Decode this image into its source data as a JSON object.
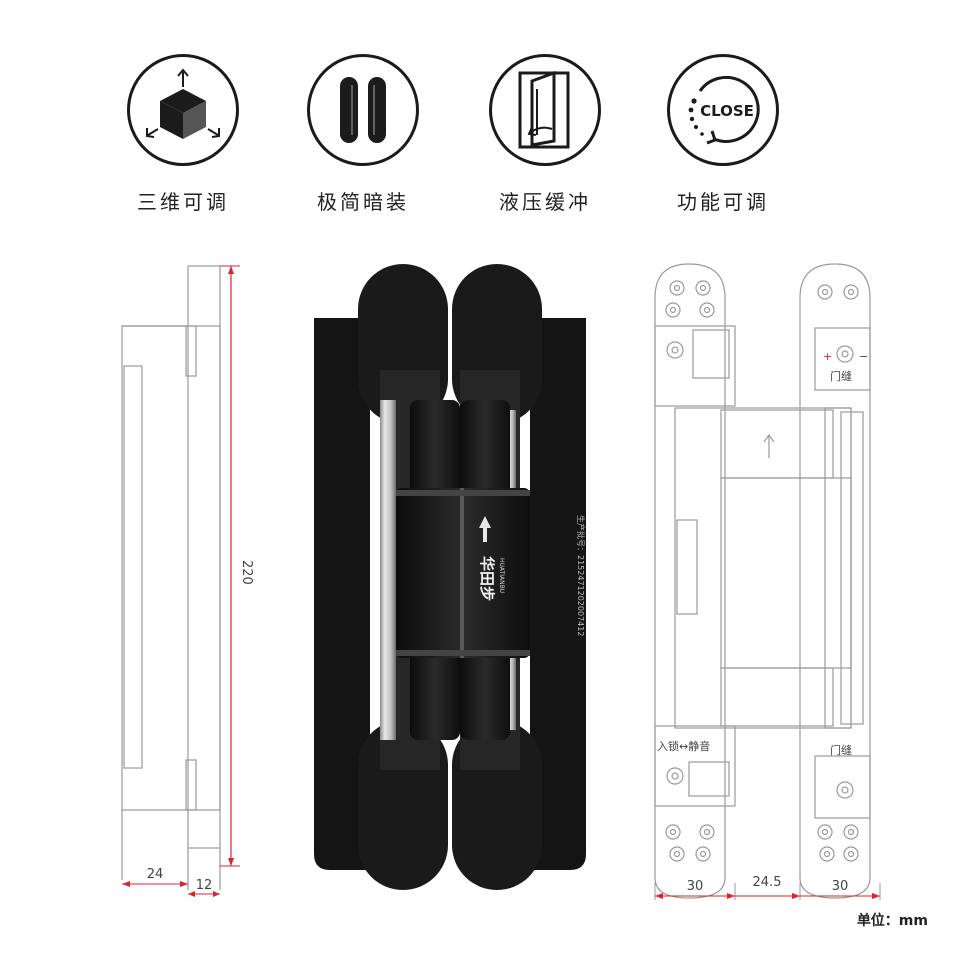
{
  "features": [
    {
      "icon": "adjustable-cube-icon",
      "label": "三维可调"
    },
    {
      "icon": "concealed-slots-icon",
      "label": "极简暗装"
    },
    {
      "icon": "door-closing-icon",
      "label": "液压缓冲"
    },
    {
      "icon": "close-function-icon",
      "label": "功能可调",
      "icon_text": "CLOSE"
    }
  ],
  "side_drawing": {
    "height_dim": "220",
    "width_dims": [
      "24",
      "12"
    ]
  },
  "product": {
    "brand": "华田步",
    "brand_en": "HUATIANBU",
    "serial": "生产批号：2152471202007412"
  },
  "front_drawing": {
    "width_dims": [
      "30",
      "24.5",
      "30"
    ],
    "labels": {
      "gap_top": "门缝",
      "gap_bottom": "门缝",
      "lock_mute": "入锁↔静音",
      "plus": "+",
      "minus": "−"
    }
  },
  "unit_note": "单位：mm",
  "colors": {
    "accent": "#e0212f",
    "line": "#9a9a9a",
    "hinge": "#1a1a1a"
  }
}
